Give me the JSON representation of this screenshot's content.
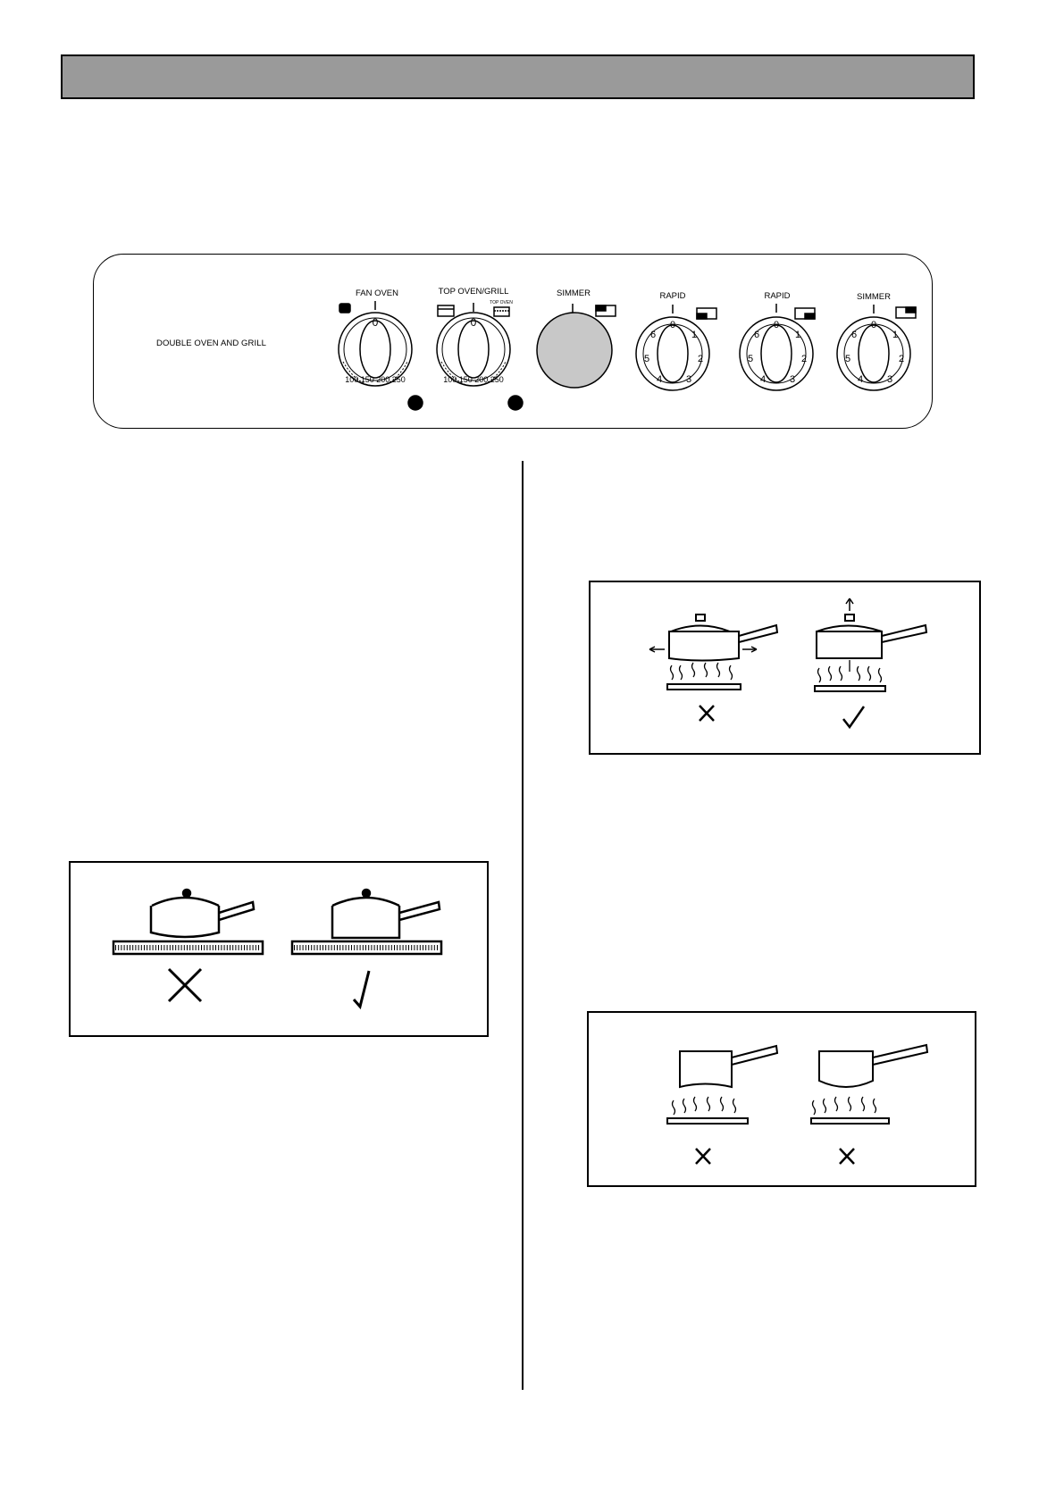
{
  "panel": {
    "title": "DOUBLE OVEN AND GRILL",
    "knobs": [
      {
        "label": "FAN OVEN",
        "zero": "0",
        "scale": "100 150 200 250"
      },
      {
        "label": "TOP OVEN/GRILL",
        "zero": "0",
        "sublabel": "TOP OVEN",
        "scale": "100 150 200 250"
      },
      {
        "label": "SIMMER"
      },
      {
        "label": "RAPID",
        "digits": [
          "0",
          "1",
          "2",
          "3",
          "4",
          "5",
          "6"
        ]
      },
      {
        "label": "RAPID",
        "digits": [
          "0",
          "1",
          "2",
          "3",
          "4",
          "5",
          "6"
        ]
      },
      {
        "label": "SIMMER",
        "digits": [
          "0",
          "1",
          "2",
          "3",
          "4",
          "5",
          "6"
        ]
      }
    ]
  },
  "colors": {
    "header": "#9a9a9a",
    "simmer_knob": "#c8c8c8"
  }
}
